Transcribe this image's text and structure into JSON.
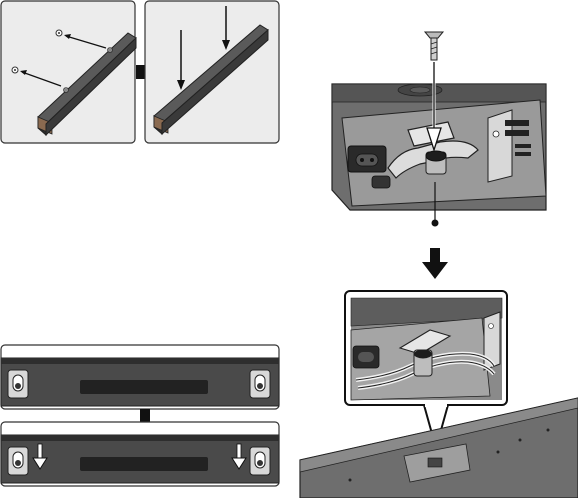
{
  "panels": [
    {
      "id": "wall-bracket-before",
      "description_label": ""
    },
    {
      "id": "wall-bracket-after",
      "description_label": ""
    },
    {
      "id": "screw-insert-closeup",
      "description_label": ""
    },
    {
      "id": "cable-clip-closeup",
      "description_label": ""
    },
    {
      "id": "soundbar-back-before",
      "description_label": ""
    },
    {
      "id": "soundbar-back-after",
      "description_label": ""
    }
  ],
  "colors": {
    "bar_dark": "#3a3a3a",
    "bar_mid": "#555555",
    "panel_bg": "#ececec",
    "outline": "#222222",
    "light_part": "#cfcfcf",
    "arrow": "#1a1a1a"
  },
  "icons": [
    "screw-icon",
    "arrow-down-icon",
    "arrow-right-icon",
    "bracket-icon"
  ]
}
